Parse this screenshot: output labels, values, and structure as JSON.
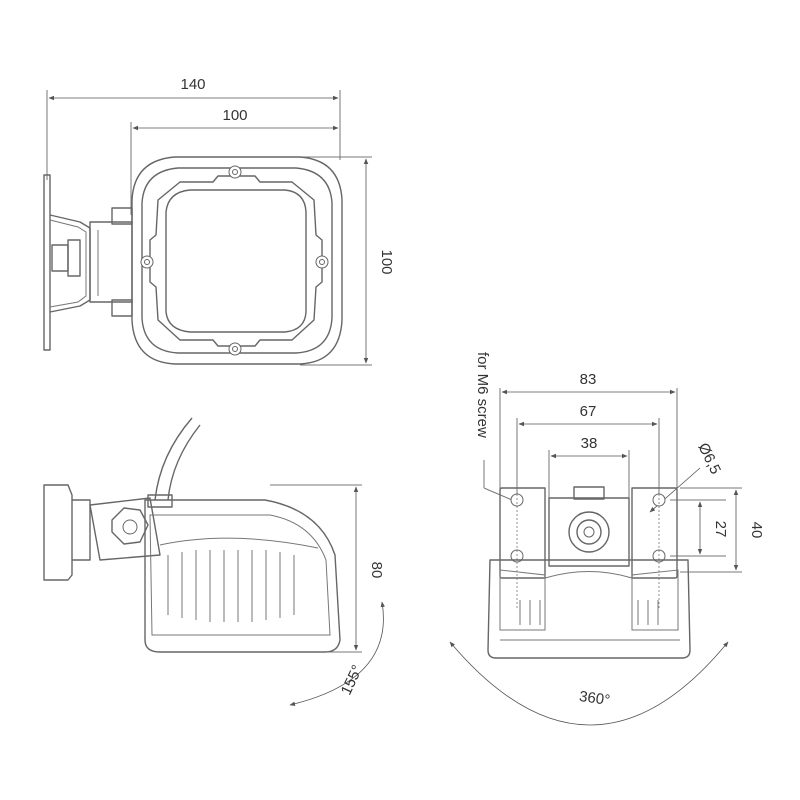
{
  "front_view": {
    "overall_width": "140",
    "lamp_width": "100",
    "lamp_height": "100"
  },
  "side_view": {
    "height": "80",
    "tilt_angle": "155°"
  },
  "bracket_view": {
    "width_outer": "83",
    "width_mid": "67",
    "width_inner": "38",
    "hole_diameter": "Ø6,5",
    "screw_note": "for M6 screw",
    "hole_spacing_v": "27",
    "bracket_height": "40",
    "rotation": "360°"
  }
}
